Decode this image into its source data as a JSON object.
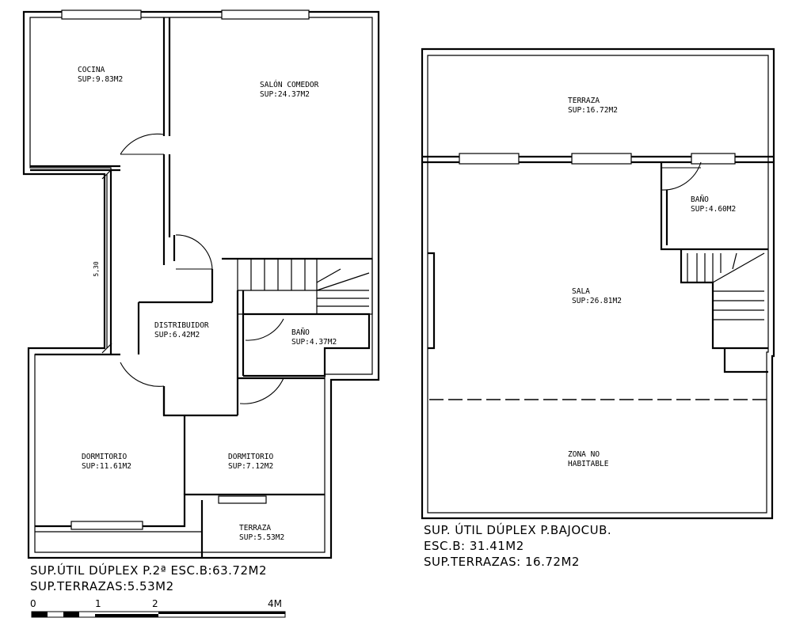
{
  "plan_left": {
    "rooms": {
      "cocina": {
        "name": "COCINA",
        "area": "SUP:9.83M2"
      },
      "salon": {
        "name": "SALÓN COMEDOR",
        "area": "SUP:24.37M2"
      },
      "distribuidor": {
        "name": "DISTRIBUIDOR",
        "area": "SUP:6.42M2"
      },
      "bano": {
        "name": "BAÑO",
        "area": "SUP:4.37M2"
      },
      "dormitorio1": {
        "name": "DORMITORIO",
        "area": "SUP:11.61M2"
      },
      "dormitorio2": {
        "name": "DORMITORIO",
        "area": "SUP:7.12M2"
      },
      "terraza": {
        "name": "TERRAZA",
        "area": "SUP:5.53M2"
      }
    },
    "dimension": "5,30",
    "summary_line1": "SUP.ÚTIL DÚPLEX P.2ª  ESC.B:63.72M2",
    "summary_line2": "SUP.TERRAZAS:5.53M2"
  },
  "plan_right": {
    "rooms": {
      "terraza": {
        "name": "TERRAZA",
        "area": "SUP:16.72M2"
      },
      "bano": {
        "name": "BAÑO",
        "area": "SUP:4.60M2"
      },
      "sala": {
        "name": "SALA",
        "area": "SUP:26.81M2"
      },
      "zona_line1": "ZONA NO",
      "zona_line2": "HABITABLE"
    },
    "summary_line1": "SUP. ÚTIL DÚPLEX P.BAJOCUB.",
    "summary_line2": "ESC.B: 31.41M2",
    "summary_line3": "SUP.TERRAZAS: 16.72M2"
  },
  "scale_bar": {
    "labels": [
      "0",
      "1",
      "2",
      "4M"
    ]
  }
}
